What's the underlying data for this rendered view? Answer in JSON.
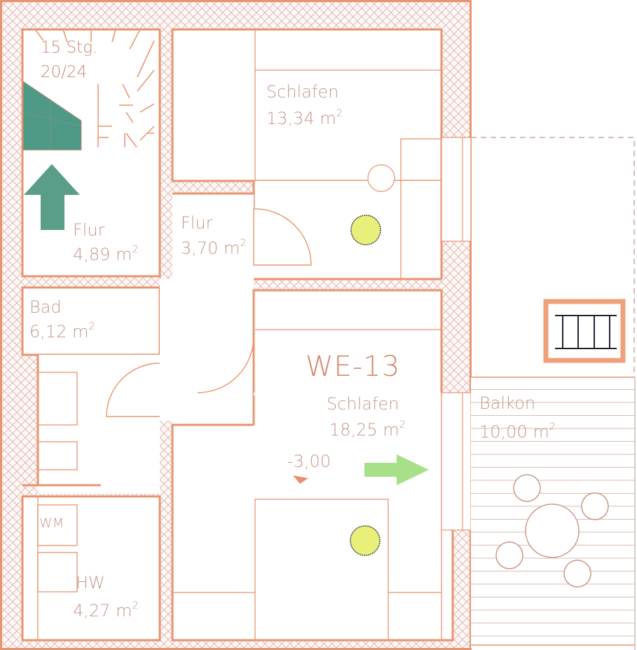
{
  "plan": {
    "unit_id": "WE-13",
    "colors": {
      "wall_line": "#e8946e",
      "hatch": "#d9a8a0",
      "text": "#c49a8c",
      "stair_fill": "#4f9a86",
      "entry_arrow": "#5a9e8a",
      "balcony_arrow": "#a8e08a",
      "light_fixture": "#e8f07a",
      "balcony_railing_frame": "#f0a07a"
    },
    "stair": {
      "steps_label": "15 Stg.",
      "ratio_label": "20/24"
    },
    "rooms": [
      {
        "id": "flur1",
        "name": "Flur",
        "area": "4,89",
        "unit": "m",
        "exp": "2"
      },
      {
        "id": "flur2",
        "name": "Flur",
        "area": "3,70",
        "unit": "m",
        "exp": "2"
      },
      {
        "id": "schlafen1",
        "name": "Schlafen",
        "area": "13,34",
        "unit": "m",
        "exp": "2"
      },
      {
        "id": "bad",
        "name": "Bad",
        "area": "6,12",
        "unit": "m",
        "exp": "2"
      },
      {
        "id": "schlafen2",
        "name": "Schlafen",
        "area": "18,25",
        "unit": "m",
        "exp": "2"
      },
      {
        "id": "hw",
        "name": "HW",
        "area": "4,27",
        "unit": "m",
        "exp": "2"
      },
      {
        "id": "balkon",
        "name": "Balkon",
        "area": "10,00",
        "unit": "m",
        "exp": "2"
      }
    ],
    "fixtures": {
      "washing_machine": "WM"
    },
    "elevation_mark": "-3,00",
    "icons": [
      "entry-arrow-up-icon",
      "balcony-arrow-right-icon",
      "light-fixture-icon",
      "railing-icon",
      "table-chairs-icon",
      "stair-icon"
    ]
  }
}
